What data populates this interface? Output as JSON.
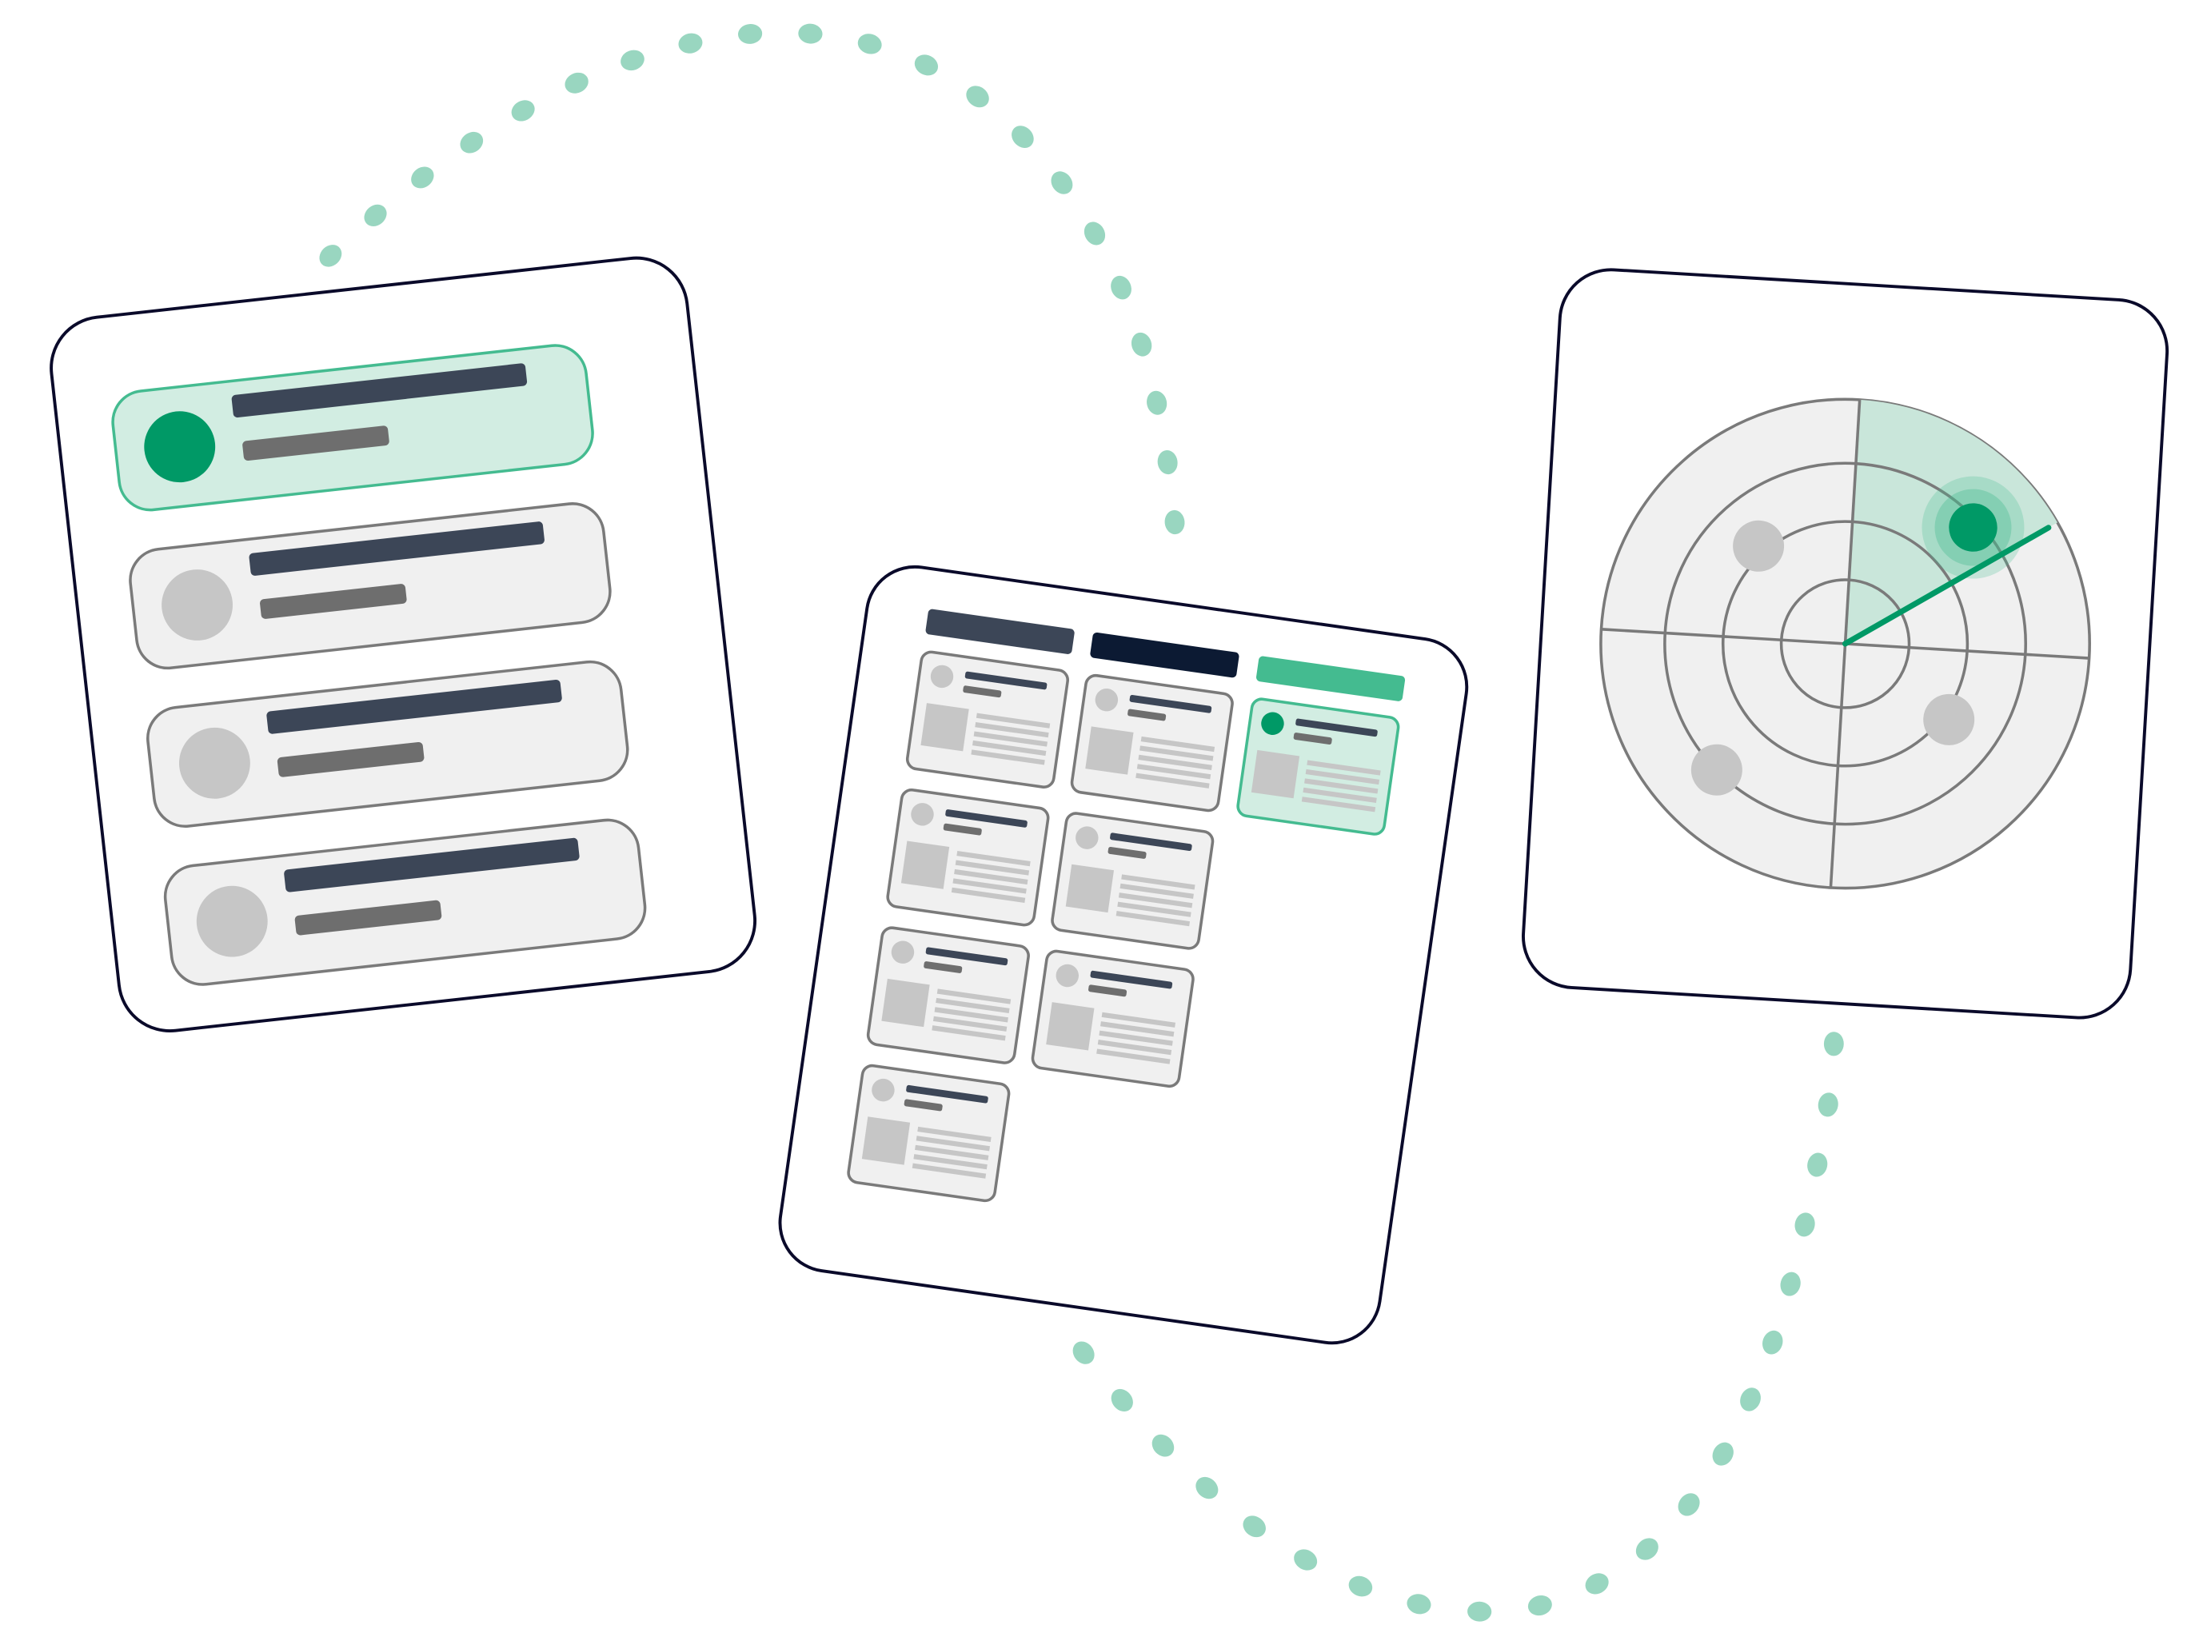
{
  "illustration": {
    "colors": {
      "accent_green": "#009966",
      "light_green_fill": "#d2ede2",
      "mid_green": "#44bb90",
      "dot_green": "#99d6c0",
      "dark_slate": "#3c4657",
      "dark_navy": "#0c1a33",
      "card_outline": "#0a0a2a",
      "gray_bar": "#6e6e6e",
      "gray_avatar": "#c6c6c6",
      "light_gray_fill": "#f0f0f0",
      "outline_gray": "#7a7a7a"
    },
    "panels": [
      {
        "id": "candidate-list-panel",
        "icon": "list-icon",
        "rows": [
          {
            "highlighted": true
          },
          {
            "highlighted": false
          },
          {
            "highlighted": false
          },
          {
            "highlighted": false
          }
        ]
      },
      {
        "id": "kanban-board-panel",
        "icon": "kanban-board-icon",
        "columns": [
          {
            "header_color": "#3c4657",
            "card_count": 4,
            "highlighted": false
          },
          {
            "header_color": "#0c1a33",
            "card_count": 3,
            "highlighted": false
          },
          {
            "header_color": "#44bb90",
            "card_count": 1,
            "highlighted": true
          }
        ]
      },
      {
        "id": "radar-panel",
        "icon": "radar-icon",
        "rings": 4,
        "blips": [
          {
            "highlighted": true
          },
          {
            "highlighted": false
          },
          {
            "highlighted": false
          },
          {
            "highlighted": false
          }
        ]
      }
    ],
    "connector": {
      "style": "dotted",
      "color": "#99d6c0"
    }
  }
}
